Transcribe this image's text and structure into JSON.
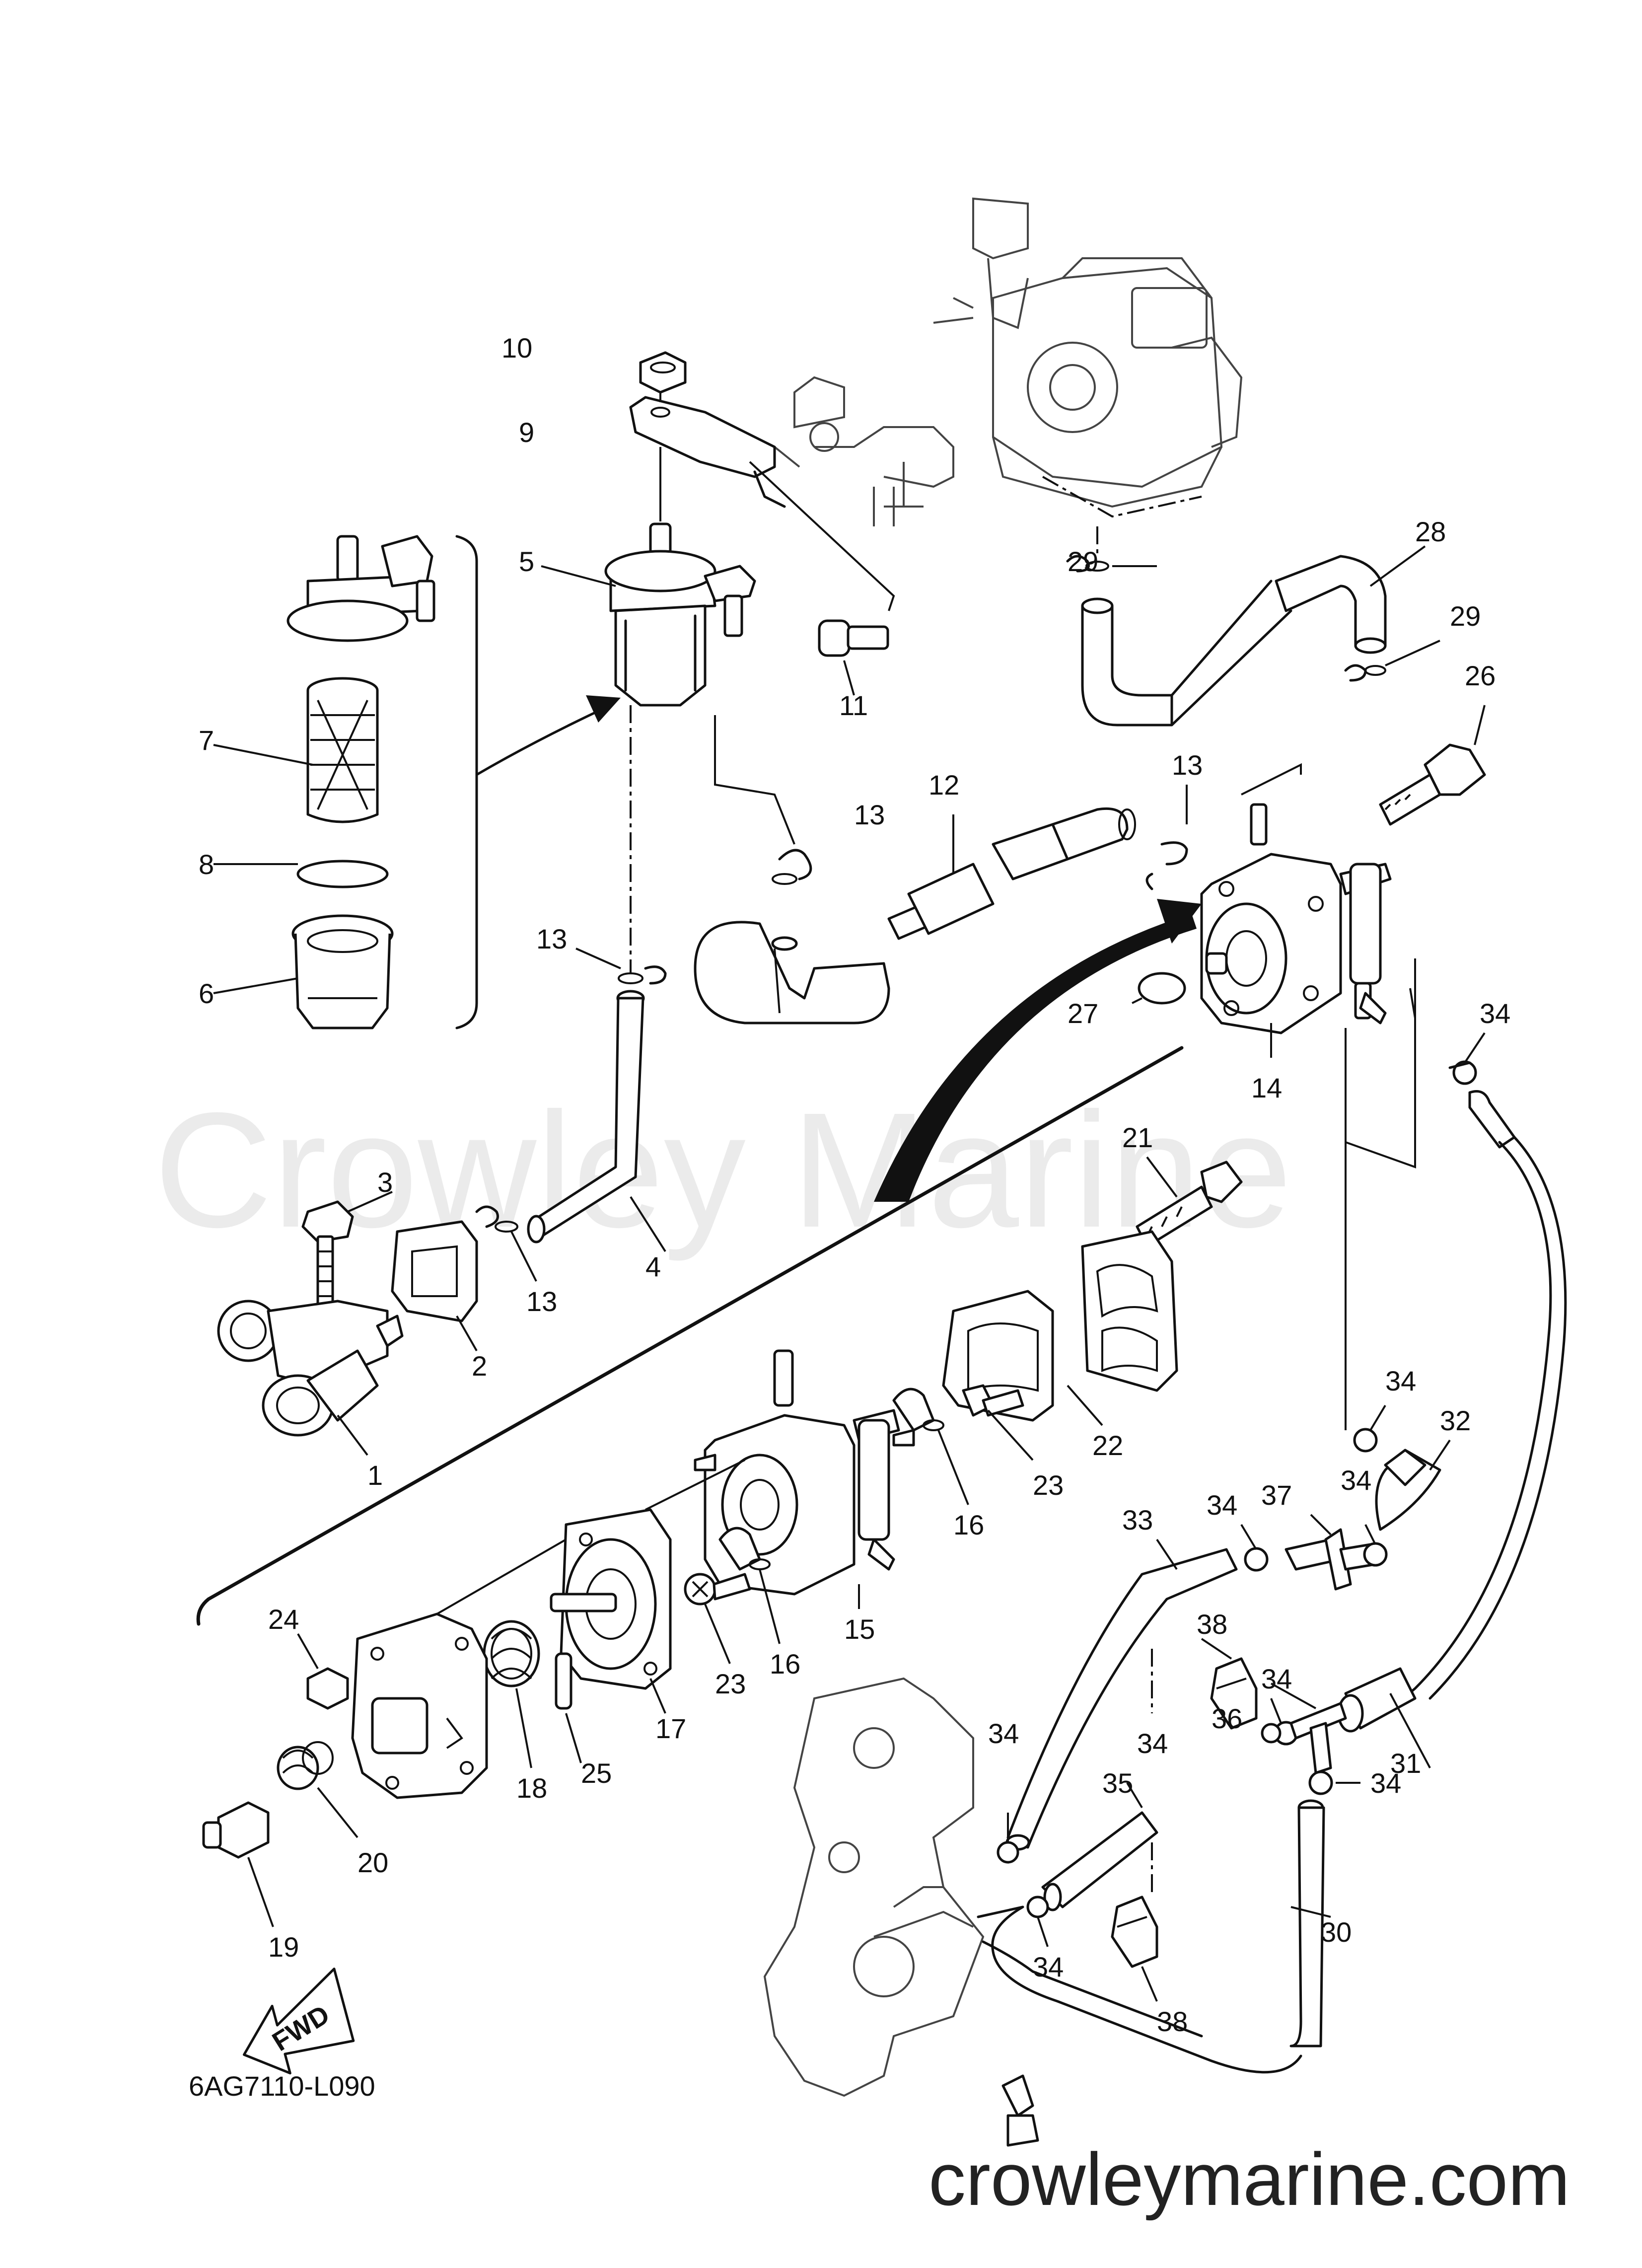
{
  "diagram": {
    "code": "6AG7110-L090",
    "watermark": "Crowley Marine",
    "website": "crowleymarine.com",
    "fwd_label": "FWD",
    "callouts": {
      "c1": "1",
      "c2": "2",
      "c3": "3",
      "c4": "4",
      "c5": "5",
      "c6": "6",
      "c7": "7",
      "c8": "8",
      "c9": "9",
      "c10": "10",
      "c11": "11",
      "c12": "12",
      "c13a": "13",
      "c13b": "13",
      "c13c": "13",
      "c13d": "13",
      "c14": "14",
      "c15": "15",
      "c16a": "16",
      "c16b": "16",
      "c17": "17",
      "c18": "18",
      "c19": "19",
      "c20": "20",
      "c21": "21",
      "c22": "22",
      "c23a": "23",
      "c23b": "23",
      "c24": "24",
      "c25": "25",
      "c26": "26",
      "c27": "27",
      "c28": "28",
      "c29a": "29",
      "c29b": "29",
      "c30": "30",
      "c31": "31",
      "c32": "32",
      "c33": "33",
      "c34a": "34",
      "c34b": "34",
      "c34c": "34",
      "c34d": "34",
      "c34e": "34",
      "c34f": "34",
      "c34g": "34",
      "c34h": "34",
      "c34i": "34",
      "c35": "35",
      "c36": "36",
      "c37": "37",
      "c38a": "38",
      "c38b": "38"
    }
  }
}
